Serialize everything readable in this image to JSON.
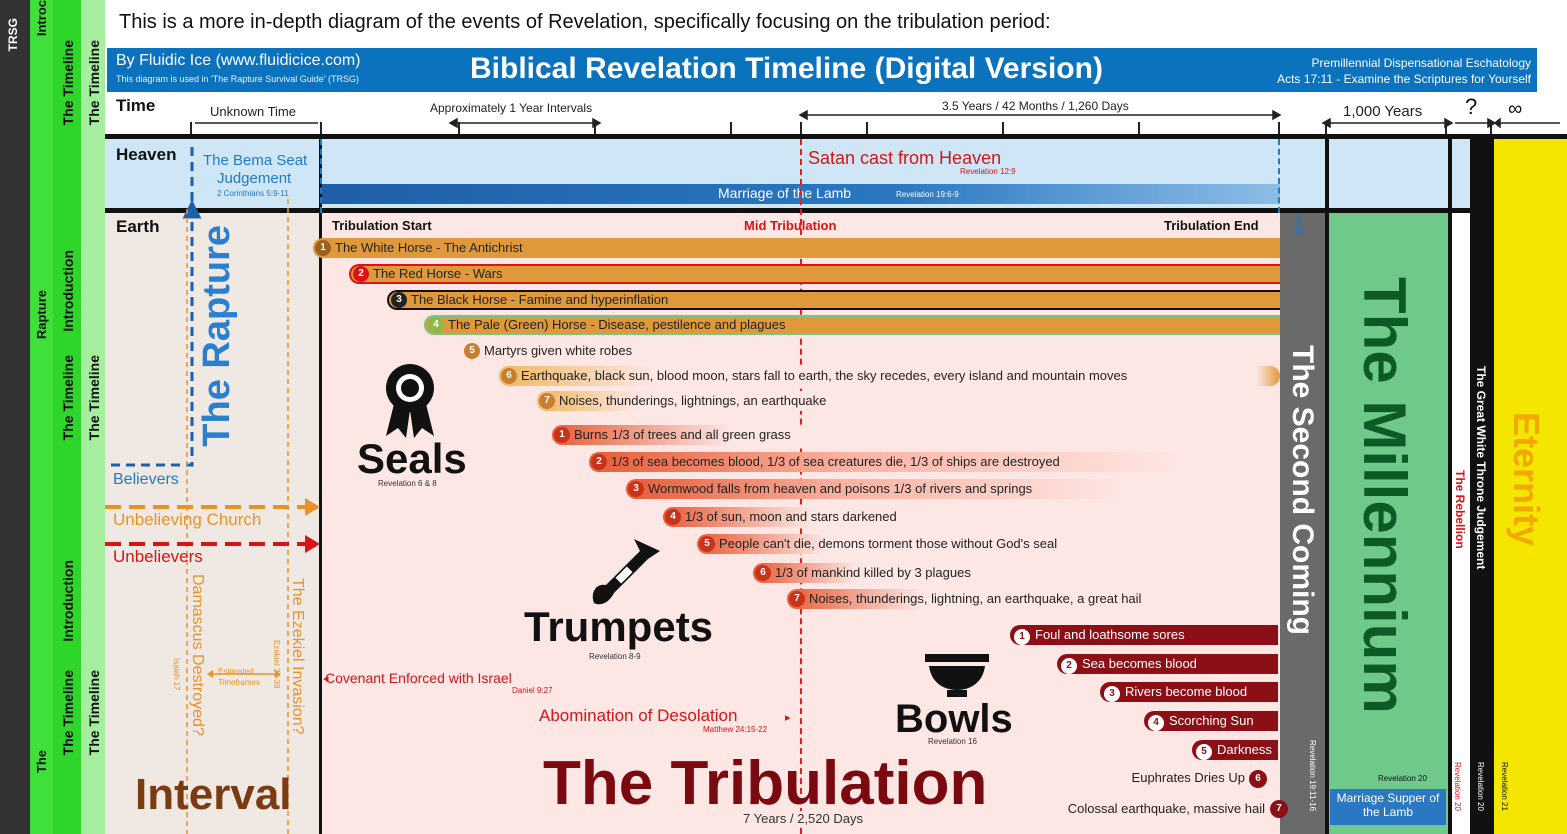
{
  "sidebar": {
    "far_label": "TRSG",
    "col2_top": "Introc",
    "col2_mid": "Rapture",
    "col2_bot": "The",
    "col3_items": [
      "The Timeline",
      "Introduction",
      "The Timeline",
      "Introduction",
      "The Timeline"
    ]
  },
  "intro_text": "This is a more in-depth diagram of the events of Revelation, specifically focusing on the tribulation period:",
  "header": {
    "author": "By Fluidic Ice (www.fluidicice.com)",
    "used_in": "This diagram is used in 'The Rapture Survival Guide' (TRSG)",
    "title": "Biblical Revelation Timeline (Digital Version)",
    "right1": "Premillennial Dispensational Eschatology",
    "right2": "Acts 17:11 - Examine the Scriptures for Yourself"
  },
  "time": {
    "label": "Time",
    "unknown": "Unknown Time",
    "approx": "Approximately 1 Year Intervals",
    "half": "3.5 Years / 42 Months / 1,260 Days",
    "thousand": "1,000 Years",
    "question": "?",
    "infinity": "∞"
  },
  "heaven": {
    "label": "Heaven",
    "bema": "The Bema Seat",
    "bema2": "Judgement",
    "bema_ref": "2 Corinthians 5:9-11",
    "satan": "Satan cast from Heaven",
    "satan_ref": "Revelation 12:9",
    "marriage": "Marriage of the Lamb",
    "marriage_ref": "Revelation 19:6-9"
  },
  "earth": {
    "label": "Earth",
    "start": "Tribulation Start",
    "mid": "Mid Tribulation",
    "end": "Tribulation End"
  },
  "rapture": "The Rapture",
  "groups": {
    "believers": "Believers",
    "unbelieving_church": "Unbelieving Church",
    "unbelievers": "Unbelievers"
  },
  "seals": [
    {
      "n": "1",
      "t": "The White Horse - The Antichrist"
    },
    {
      "n": "2",
      "t": "The Red Horse - Wars"
    },
    {
      "n": "3",
      "t": "The Black Horse - Famine and hyperinflation"
    },
    {
      "n": "4",
      "t": "The Pale (Green) Horse - Disease, pestilence and plagues"
    },
    {
      "n": "5",
      "t": "Martyrs given white robes"
    },
    {
      "n": "6",
      "t": "Earthquake, black sun, blood moon, stars fall to earth, the sky recedes, every island and mountain moves"
    },
    {
      "n": "7",
      "t": "Noises, thunderings, lightnings, an earthquake"
    }
  ],
  "trumpets": [
    {
      "n": "1",
      "t": "Burns 1/3 of trees and all green grass"
    },
    {
      "n": "2",
      "t": "1/3 of sea becomes blood, 1/3 of sea creatures die, 1/3 of ships are destroyed"
    },
    {
      "n": "3",
      "t": "Wormwood falls from heaven and poisons 1/3 of rivers and springs"
    },
    {
      "n": "4",
      "t": "1/3 of sun, moon and stars darkened"
    },
    {
      "n": "5",
      "t": "People can't die, demons torment those without God's seal"
    },
    {
      "n": "6",
      "t": "1/3 of mankind killed by 3 plagues"
    },
    {
      "n": "7",
      "t": "Noises, thunderings, lightning, an earthquake, a great hail"
    }
  ],
  "bowls": [
    {
      "n": "1",
      "t": "Foul and loathsome sores"
    },
    {
      "n": "2",
      "t": "Sea becomes blood"
    },
    {
      "n": "3",
      "t": "Rivers become blood"
    },
    {
      "n": "4",
      "t": "Scorching Sun"
    },
    {
      "n": "5",
      "t": "Darkness"
    },
    {
      "n": "6",
      "t": "Euphrates Dries Up"
    },
    {
      "n": "7",
      "t": "Colossal earthquake, massive hail"
    }
  ],
  "labels": {
    "seals": "Seals",
    "seals_ref": "Revelation 6 & 8",
    "trumpets": "Trumpets",
    "trumpets_ref": "Revelation 8-9",
    "bowls": "Bowls",
    "bowls_ref": "Revelation 16",
    "tribulation": "The Tribulation",
    "tribulation_sub": "7 Years / 2,520 Days",
    "interval": "Interval",
    "covenant": "Covenant Enforced with Israel",
    "covenant_ref": "Daniel 9:27",
    "abomination": "Abomination of Desolation",
    "abomination_ref": "Matthew 24:15-22",
    "damascus": "Damascus Destroyed?",
    "damascus_ref": "Isaiah 17",
    "ezekiel": "The Ezekiel Invasion?",
    "ezekiel_ref": "Ezekiel 38-39",
    "estimated": "Estimated",
    "timeframes": "Timeframes"
  },
  "right": {
    "second_coming": "The Second Coming",
    "second_ref": "Revelation 19:11-16",
    "millennium": "The Millennium",
    "mill_ref": "Revelation 20",
    "supper": "Marriage Supper of the Lamb",
    "rebellion": "The Rebellion",
    "rebellion_ref": "Revelation 20",
    "gwt": "The Great White Throne Judgement",
    "gwt_ref": "Revelation 20",
    "eternity": "Eternity",
    "eternity_ref": "Revelation 21"
  },
  "colors": {
    "seal": "#e0993a",
    "trumpet": "#e85c36",
    "bowl": "#8c0f16",
    "millennium": "#6fc98a",
    "eternity": "#f5e600",
    "sidebar_green": "#3fe03a"
  }
}
